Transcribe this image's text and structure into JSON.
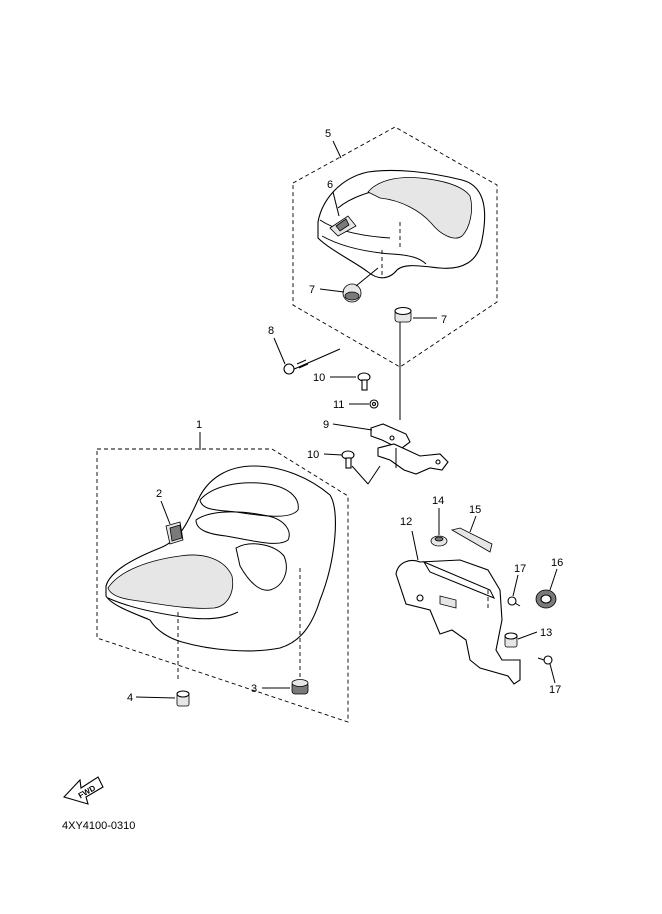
{
  "diagram": {
    "doc_code": "4XY4100-0310",
    "fwd_label": "FWD",
    "callouts": {
      "p1": "1",
      "p2": "2",
      "p3": "3",
      "p4": "4",
      "p5": "5",
      "p6": "6",
      "p7a": "7",
      "p7b": "7",
      "p8": "8",
      "p9": "9",
      "p10a": "10",
      "p10b": "10",
      "p11": "11",
      "p12": "12",
      "p13": "13",
      "p14": "14",
      "p15": "15",
      "p16": "16",
      "p17a": "17",
      "p17b": "17"
    }
  }
}
